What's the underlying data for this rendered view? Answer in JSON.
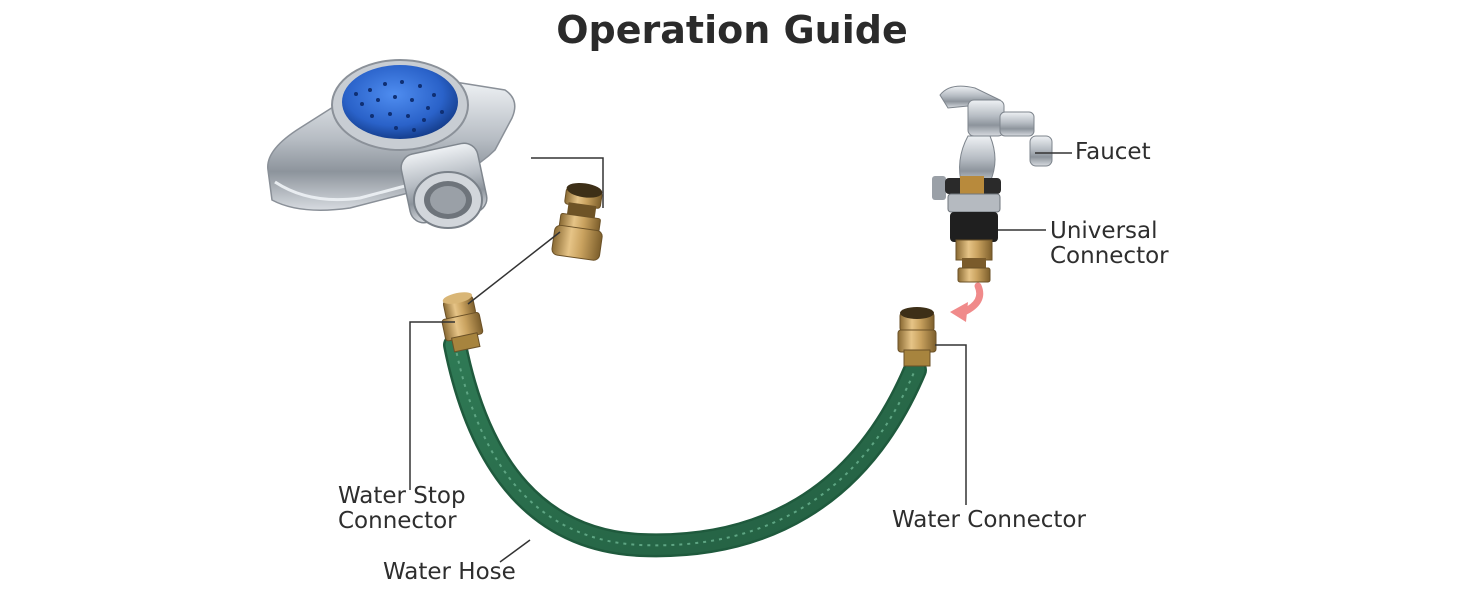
{
  "title": "Operation Guide",
  "labels": {
    "faucet": "Faucet",
    "universal_connector": [
      "Universal",
      "Connector"
    ],
    "water_stop_connector": [
      "Water Stop",
      "Connector"
    ],
    "water_connector": "Water Connector",
    "water_hose": "Water Hose"
  },
  "colors": {
    "hose": "#2f7a55",
    "brass": "#c9a25f",
    "chrome": "#b9bec4",
    "sprinkler_head": "#2f6fd6",
    "arrow": "#f08a8a",
    "text": "#2e2e2e"
  }
}
